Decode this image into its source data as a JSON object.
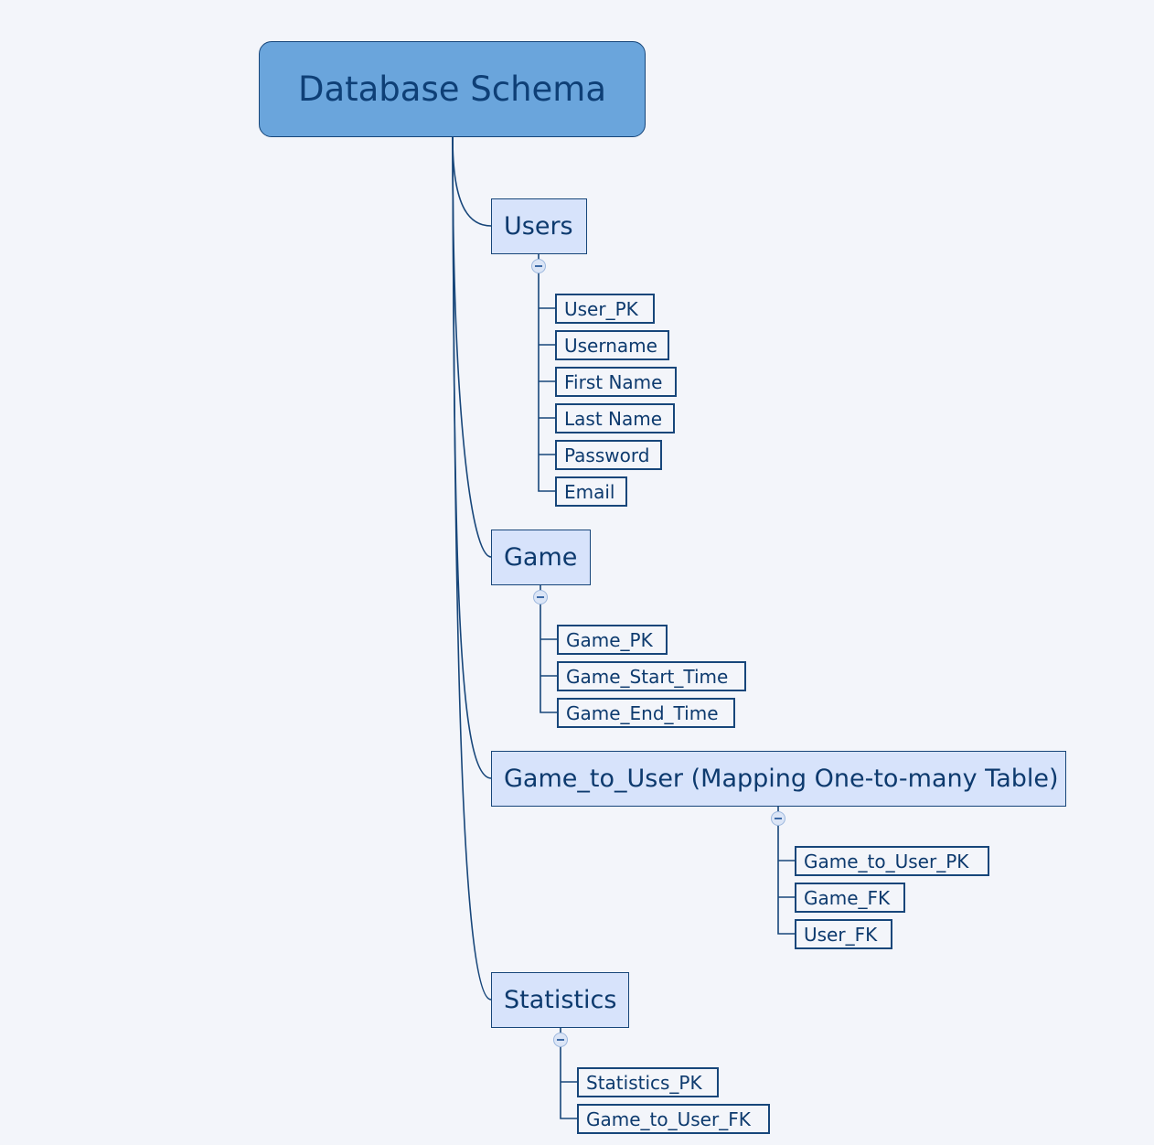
{
  "root": {
    "label": "Database Schema"
  },
  "tables": [
    {
      "label": "Users",
      "fields": [
        "User_PK",
        "Username",
        "First Name",
        "Last Name",
        "Password",
        "Email"
      ]
    },
    {
      "label": "Game",
      "fields": [
        "Game_PK",
        "Game_Start_Time",
        "Game_End_Time"
      ]
    },
    {
      "label": "Game_to_User (Mapping One-to-many Table)",
      "fields": [
        "Game_to_User_PK",
        "Game_FK",
        "User_FK"
      ]
    },
    {
      "label": "Statistics",
      "fields": [
        "Statistics_PK",
        "Game_to_User_FK"
      ]
    }
  ],
  "colors": {
    "background": "#f3f5fa",
    "root_fill": "#6aa5dc",
    "table_fill": "#d7e3fb",
    "border": "#17467a",
    "text": "#0d3a6e"
  }
}
